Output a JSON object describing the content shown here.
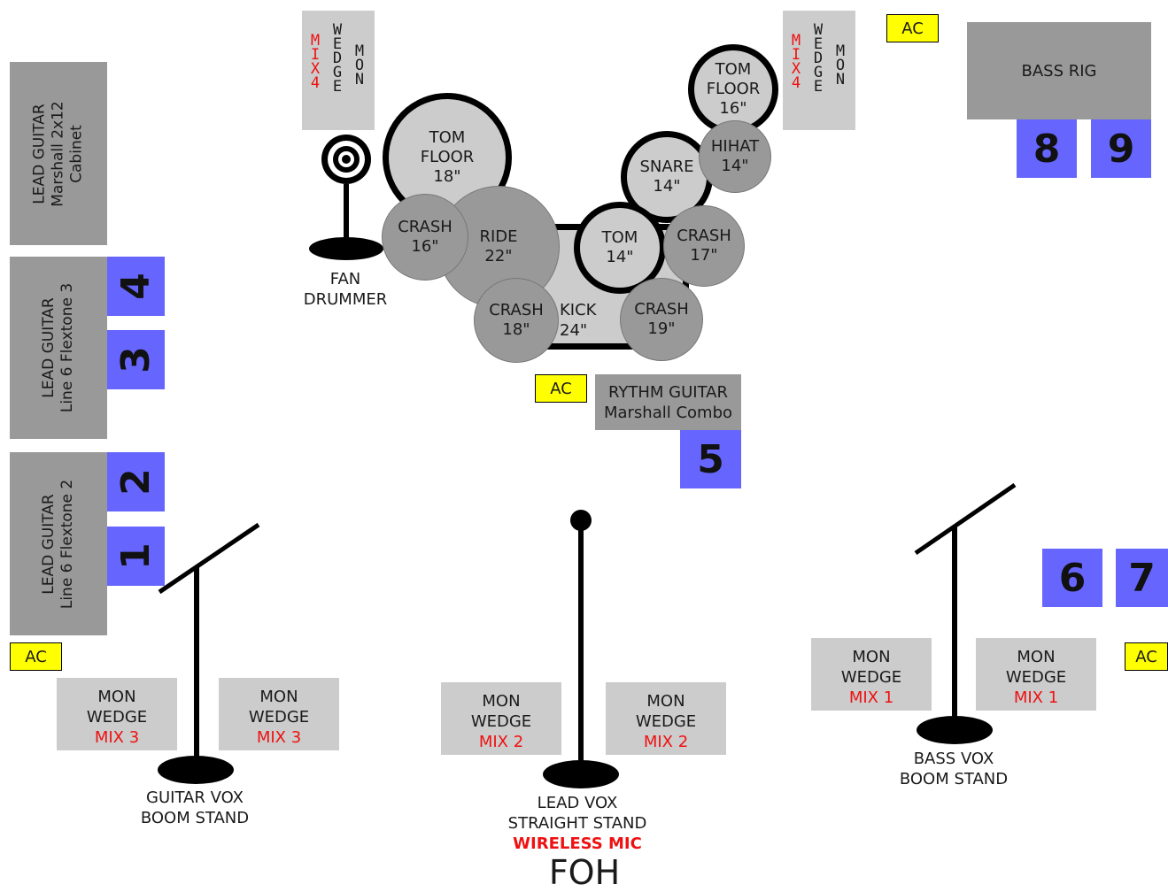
{
  "amps": {
    "lead_cab": {
      "line1": "LEAD GUITAR",
      "line2": "Marshall 2x12",
      "line3": "Cabinet"
    },
    "lead_flex3": {
      "line1": "LEAD GUITAR",
      "line2": "Line 6 Flextone 3"
    },
    "lead_flex2": {
      "line1": "LEAD GUITAR",
      "line2": "Line 6 Flextone 2"
    },
    "rhythm": {
      "line1": "RYTHM GUITAR",
      "line2": "Marshall Combo"
    },
    "bass": {
      "label": "BASS RIG"
    }
  },
  "inputs": {
    "n1": "1",
    "n2": "2",
    "n3": "3",
    "n4": "4",
    "n5": "5",
    "n6": "6",
    "n7": "7",
    "n8": "8",
    "n9": "9"
  },
  "ac": {
    "label": "AC"
  },
  "drum_wedges": {
    "left": {
      "mix": [
        "M",
        "I",
        "X",
        "4"
      ],
      "wedge": [
        "W",
        "E",
        "D",
        "G",
        "E"
      ],
      "mon": [
        "M",
        "O",
        "N"
      ]
    },
    "right": {
      "mix": [
        "M",
        "I",
        "X",
        "4"
      ],
      "wedge": [
        "W",
        "E",
        "D",
        "G",
        "E"
      ],
      "mon": [
        "M",
        "O",
        "N"
      ]
    }
  },
  "fan": {
    "line1": "FAN",
    "line2": "DRUMMER"
  },
  "drums": {
    "tom_floor_18": {
      "l1": "TOM",
      "l2": "FLOOR",
      "l3": "18\""
    },
    "tom_floor_16": {
      "l1": "TOM",
      "l2": "FLOOR",
      "l3": "16\""
    },
    "snare": {
      "l1": "SNARE",
      "l2": "14\""
    },
    "hihat": {
      "l1": "HIHAT",
      "l2": "14\""
    },
    "crash_16": {
      "l1": "CRASH",
      "l2": "16\""
    },
    "ride": {
      "l1": "RIDE",
      "l2": "22\""
    },
    "tom_14": {
      "l1": "TOM",
      "l2": "14\""
    },
    "crash_17": {
      "l1": "CRASH",
      "l2": "17\""
    },
    "crash_18": {
      "l1": "CRASH",
      "l2": "18\""
    },
    "kick": {
      "l1": "KICK",
      "l2": "24\""
    },
    "crash_19": {
      "l1": "CRASH",
      "l2": "19\""
    }
  },
  "wedges": {
    "mon": "MON",
    "wedge": "WEDGE",
    "mix1": "MIX 1",
    "mix2": "MIX 2",
    "mix3": "MIX 3"
  },
  "stands": {
    "guitar": {
      "line1": "GUITAR VOX",
      "line2": "BOOM STAND"
    },
    "lead": {
      "line1": "LEAD VOX",
      "line2": "STRAIGHT STAND",
      "line3": "WIRELESS MIC"
    },
    "bass": {
      "line1": "BASS VOX",
      "line2": "BOOM STAND"
    }
  },
  "foh": "FOH",
  "colors": {
    "amp": "#999999",
    "wedge": "#cccccc",
    "input": "#6666ff",
    "ac": "#ffff00",
    "mix_text": "#ee1111"
  }
}
